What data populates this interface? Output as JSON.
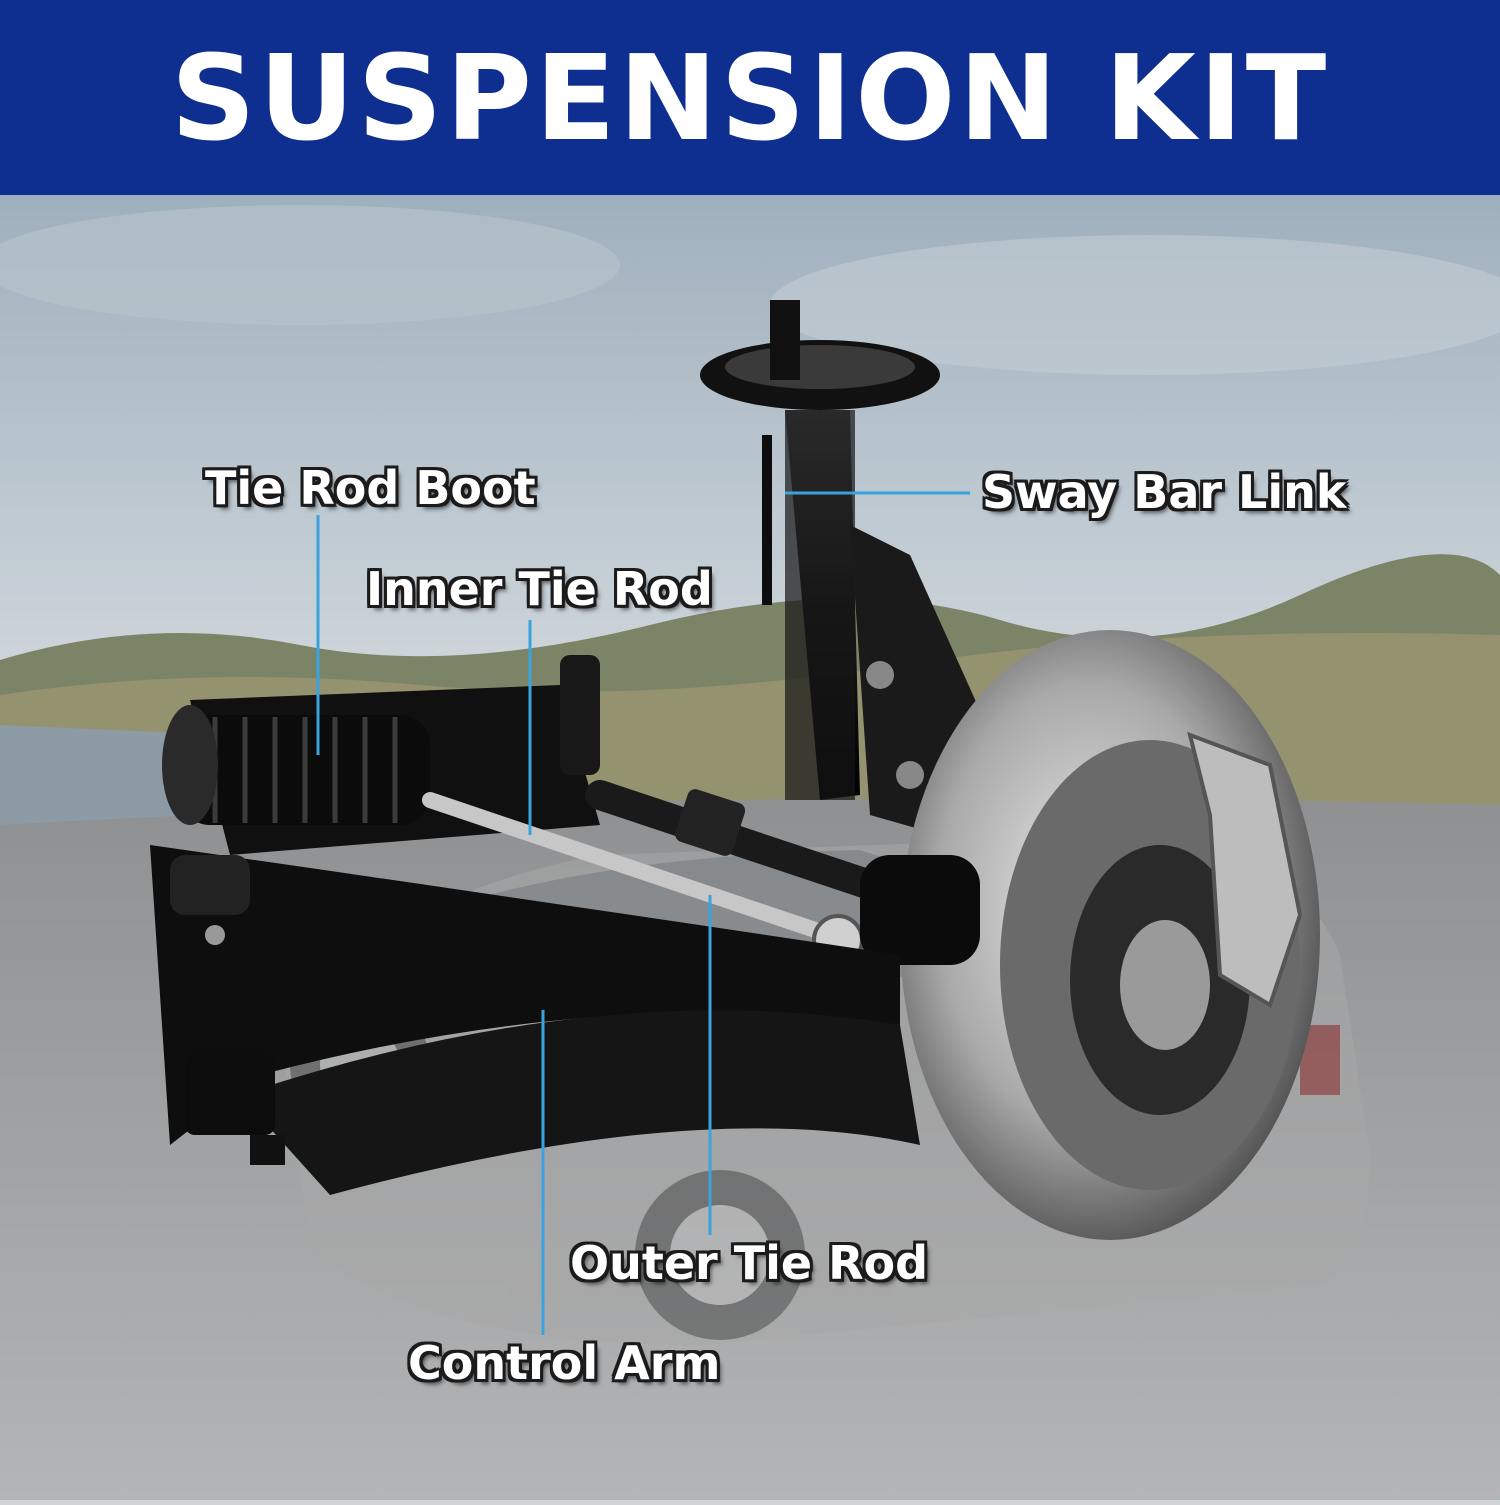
{
  "banner": {
    "title": "SUSPENSION KIT"
  },
  "colors": {
    "banner_bg": "#0e2f8f",
    "leader_line": "#3aa3dd",
    "label_text": "#ffffff",
    "label_outline": "#1b1b1b"
  },
  "callouts": [
    {
      "label": "Tie Rod Boot"
    },
    {
      "label": "Inner Tie Rod"
    },
    {
      "label": "Sway Bar Link"
    },
    {
      "label": "Outer Tie Rod"
    },
    {
      "label": "Control Arm"
    }
  ]
}
